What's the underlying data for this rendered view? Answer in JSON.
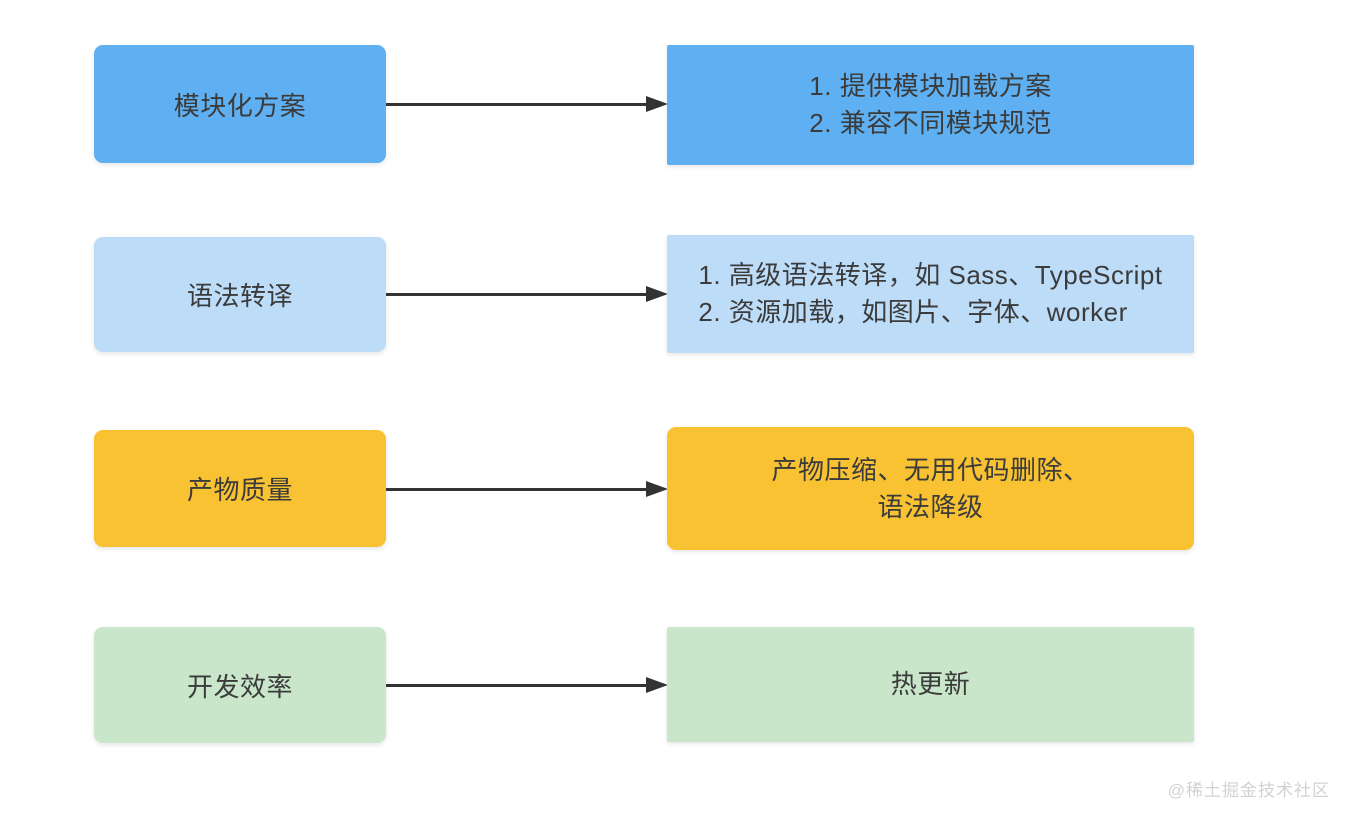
{
  "watermark": "@稀土掘金技术社区",
  "colors": {
    "blue": "#5FB0F2",
    "light_blue": "#BDDCF8",
    "orange": "#F9C233",
    "green": "#C9E5CA",
    "arrow": "#333333",
    "text": "#3B3B3B",
    "watermark_gray": "#D2D2D2"
  },
  "rows": [
    {
      "left_label": "模块化方案",
      "left_color": "#5FB0F2",
      "right_color": "#5FB0F2",
      "right_lines": [
        "1. 提供模块加载方案",
        "2. 兼容不同模块规范"
      ]
    },
    {
      "left_label": "语法转译",
      "left_color": "#BDDCF8",
      "right_color": "#BDDCF8",
      "right_lines": [
        "1. 高级语法转译，如 Sass、TypeScript",
        "2. 资源加载，如图片、字体、worker"
      ]
    },
    {
      "left_label": "产物质量",
      "left_color": "#F9C233",
      "right_color": "#F9C233",
      "right_lines": [
        "产物压缩、无用代码删除、",
        "语法降级"
      ]
    },
    {
      "left_label": "开发效率",
      "left_color": "#C9E5CA",
      "right_color": "#C9E5CA",
      "right_lines": [
        "热更新"
      ]
    }
  ]
}
